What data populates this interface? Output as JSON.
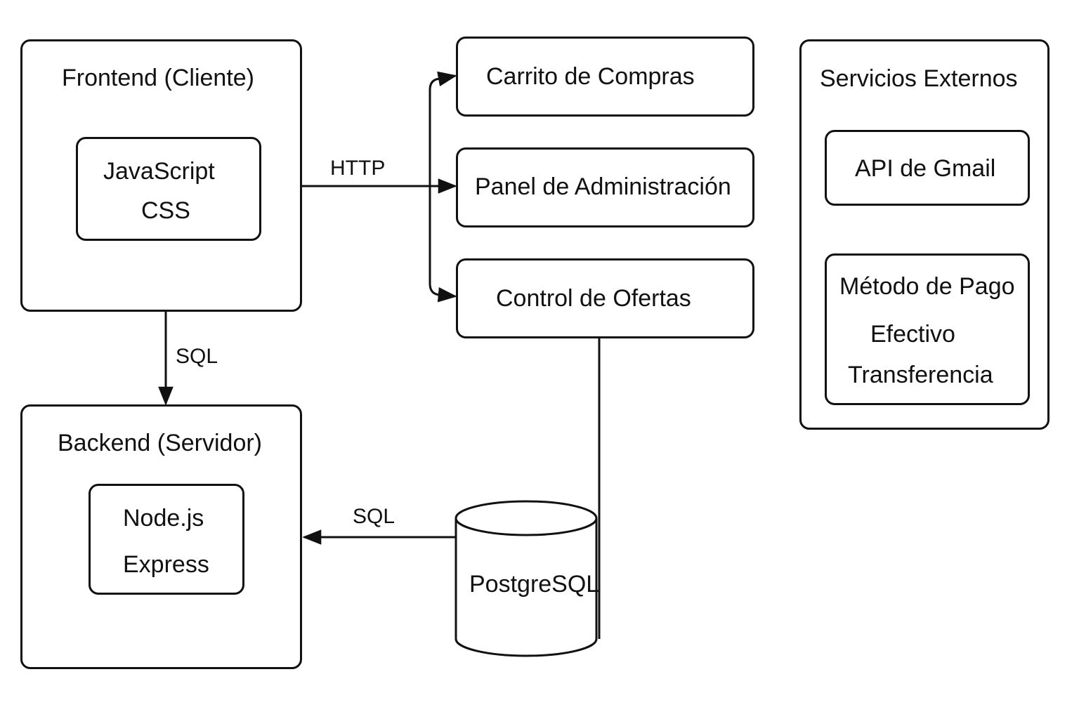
{
  "frontend": {
    "title": "Frontend (Cliente)",
    "tech": [
      "JavaScript",
      "CSS"
    ]
  },
  "backend": {
    "title": "Backend (Servidor)",
    "tech": [
      "Node.js",
      "Express"
    ]
  },
  "modules": {
    "cart": "Carrito de Compras",
    "admin": "Panel de Administración",
    "offers": "Control de Ofertas"
  },
  "external": {
    "title": "Servicios Externos",
    "gmail": "API de Gmail",
    "payment_title": "Método de Pago",
    "payment_options": [
      "Efectivo",
      "Transferencia"
    ]
  },
  "database": {
    "label": "PostgreSQL"
  },
  "edges": {
    "http": "HTTP",
    "sql_frontend_backend": "SQL",
    "sql_db_backend": "SQL"
  }
}
